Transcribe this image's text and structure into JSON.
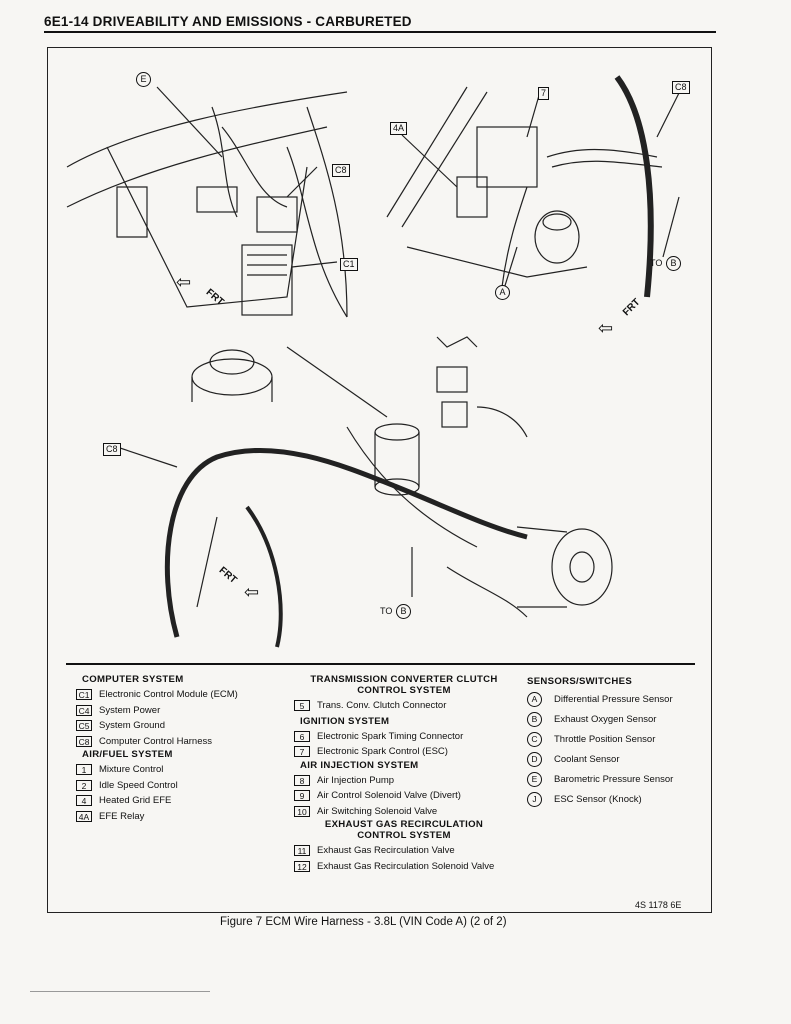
{
  "header": {
    "text": "6E1-14 DRIVEABILITY AND EMISSIONS - CARBURETED"
  },
  "figure": {
    "callouts": {
      "c8_top_left": "C8",
      "c1": "C1",
      "c8_top_right": "C8",
      "seven": "7",
      "four_a": "4A",
      "c8_mid_left": "C8",
      "e": "E",
      "a": "A",
      "to_label_right": "TO",
      "to_b_right": "B",
      "to_label_bottom": "TO",
      "to_b_bottom": "B",
      "frt_1": "FRT",
      "frt_2": "FRT",
      "frt_3": "FRT"
    },
    "code": "4S 1178 6E",
    "caption": "Figure 7 ECM Wire Harness - 3.8L (VIN Code A) (2 of 2)"
  },
  "legend": {
    "computer_system": {
      "title": "COMPUTER SYSTEM",
      "items": [
        {
          "code": "C1",
          "label": "Electronic Control Module (ECM)"
        },
        {
          "code": "C4",
          "label": "System Power"
        },
        {
          "code": "C5",
          "label": "System Ground"
        },
        {
          "code": "C8",
          "label": "Computer Control Harness"
        }
      ]
    },
    "air_fuel_system": {
      "title": "AIR/FUEL SYSTEM",
      "items": [
        {
          "code": "1",
          "label": "Mixture Control"
        },
        {
          "code": "2",
          "label": "Idle Speed Control"
        },
        {
          "code": "4",
          "label": "Heated Grid EFE"
        },
        {
          "code": "4A",
          "label": "EFE Relay"
        }
      ]
    },
    "tcc_system": {
      "title_line1": "TRANSMISSION CONVERTER CLUTCH",
      "title_line2": "CONTROL SYSTEM",
      "items": [
        {
          "code": "5",
          "label": "Trans. Conv. Clutch Connector"
        }
      ]
    },
    "ignition_system": {
      "title": "IGNITION SYSTEM",
      "items": [
        {
          "code": "6",
          "label": "Electronic Spark Timing Connector"
        },
        {
          "code": "7",
          "label": "Electronic Spark Control (ESC)"
        }
      ]
    },
    "air_injection_system": {
      "title": "AIR INJECTION SYSTEM",
      "items": [
        {
          "code": "8",
          "label": "Air Injection Pump"
        },
        {
          "code": "9",
          "label": "Air Control Solenoid Valve (Divert)"
        },
        {
          "code": "10",
          "label": "Air Switching Solenoid Valve"
        }
      ]
    },
    "egr_system": {
      "title_line1": "EXHAUST GAS RECIRCULATION",
      "title_line2": "CONTROL SYSTEM",
      "items": [
        {
          "code": "11",
          "label": "Exhaust Gas Recirculation Valve"
        },
        {
          "code": "12",
          "label": "Exhaust Gas Recirculation Solenoid Valve"
        }
      ]
    },
    "sensors_switches": {
      "title": "SENSORS/SWITCHES",
      "items": [
        {
          "code": "A",
          "label": "Differential Pressure Sensor"
        },
        {
          "code": "B",
          "label": "Exhaust Oxygen Sensor"
        },
        {
          "code": "C",
          "label": "Throttle Position Sensor"
        },
        {
          "code": "D",
          "label": "Coolant Sensor"
        },
        {
          "code": "E",
          "label": "Barometric Pressure Sensor"
        },
        {
          "code": "J",
          "label": "ESC Sensor (Knock)"
        }
      ]
    }
  }
}
